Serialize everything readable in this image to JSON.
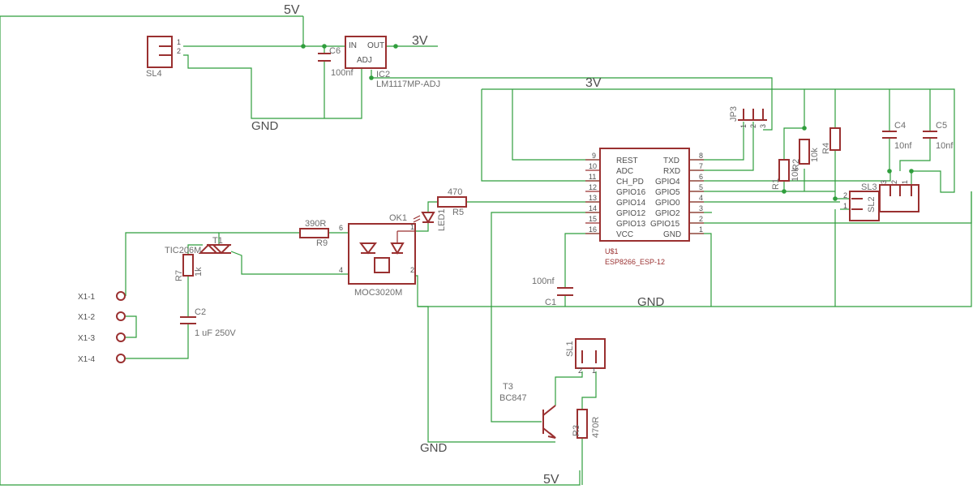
{
  "nets": {
    "v5_top": "5V",
    "v5_bottom": "5V",
    "v3_reg": "3V",
    "v3_bus": "3V",
    "gnd_reg": "GND",
    "gnd_main": "GND",
    "gnd_trans": "GND"
  },
  "parts": {
    "sl4": "SL4",
    "c6": "C6",
    "c6_val": "100nf",
    "ic2": "IC2",
    "ic2_val": "LM1117MP-ADJ",
    "ic2_in": "IN",
    "ic2_out": "OUT",
    "ic2_adj": "ADJ",
    "jp3": "JP3",
    "r1": "R1",
    "r1_val": "10k",
    "r2": "R2",
    "r2_val": "10k",
    "r4": "R4",
    "c4": "C4",
    "c4_val": "10nf",
    "c5": "C5",
    "c5_val": "10nf",
    "sl3": "SL3",
    "sl2": "SL2",
    "u1": "U$1",
    "u1_val": "ESP8266_ESP-12",
    "r5": "R5",
    "r5_val": "470",
    "led1": "LED1",
    "ok1": "OK1",
    "ok1_val": "MOC3020M",
    "r9": "R9",
    "r9_val": "390R",
    "t1": "T1",
    "t1_val": "TIC206M",
    "r7": "R7",
    "r7_val": "1k",
    "c2": "C2",
    "c2_val": "1 uF 250V",
    "c1": "C1",
    "c1_val": "100nf",
    "sl1": "SL1",
    "t3": "T3",
    "t3_val": "BC847",
    "r3": "R3",
    "r3_val": "470R"
  },
  "terminals": [
    "X1-1",
    "X1-2",
    "X1-3",
    "X1-4"
  ],
  "esp_pins_left": [
    {
      "no": "9",
      "name": "REST"
    },
    {
      "no": "10",
      "name": "ADC"
    },
    {
      "no": "11",
      "name": "CH_PD"
    },
    {
      "no": "12",
      "name": "GPIO16"
    },
    {
      "no": "13",
      "name": "GPIO14"
    },
    {
      "no": "14",
      "name": "GPIO12"
    },
    {
      "no": "15",
      "name": "GPIO13"
    },
    {
      "no": "16",
      "name": "VCC"
    }
  ],
  "esp_pins_right": [
    {
      "no": "8",
      "name": "TXD"
    },
    {
      "no": "7",
      "name": "RXD"
    },
    {
      "no": "6",
      "name": "GPIO4"
    },
    {
      "no": "5",
      "name": "GPIO5"
    },
    {
      "no": "4",
      "name": "GPIO0"
    },
    {
      "no": "3",
      "name": "GPIO2"
    },
    {
      "no": "2",
      "name": "GPIO15"
    },
    {
      "no": "1",
      "name": "GND"
    }
  ],
  "pin_numbers": {
    "sl4_1": "1",
    "sl4_2": "2",
    "jp3_1": "1",
    "jp3_2": "2",
    "jp3_3": "3",
    "sl2_1": "1",
    "sl2_2": "2",
    "sl3_1": "1",
    "sl3_2": "2",
    "sl3_3": "3",
    "ok_6": "6",
    "ok_4": "4",
    "ok_1": "1",
    "ok_2": "2",
    "sl1_1": "1",
    "sl1_2": "2"
  },
  "colors": {
    "wire": "#2f9e3c",
    "part": "#9a3030",
    "text": "#4f4f4f"
  }
}
